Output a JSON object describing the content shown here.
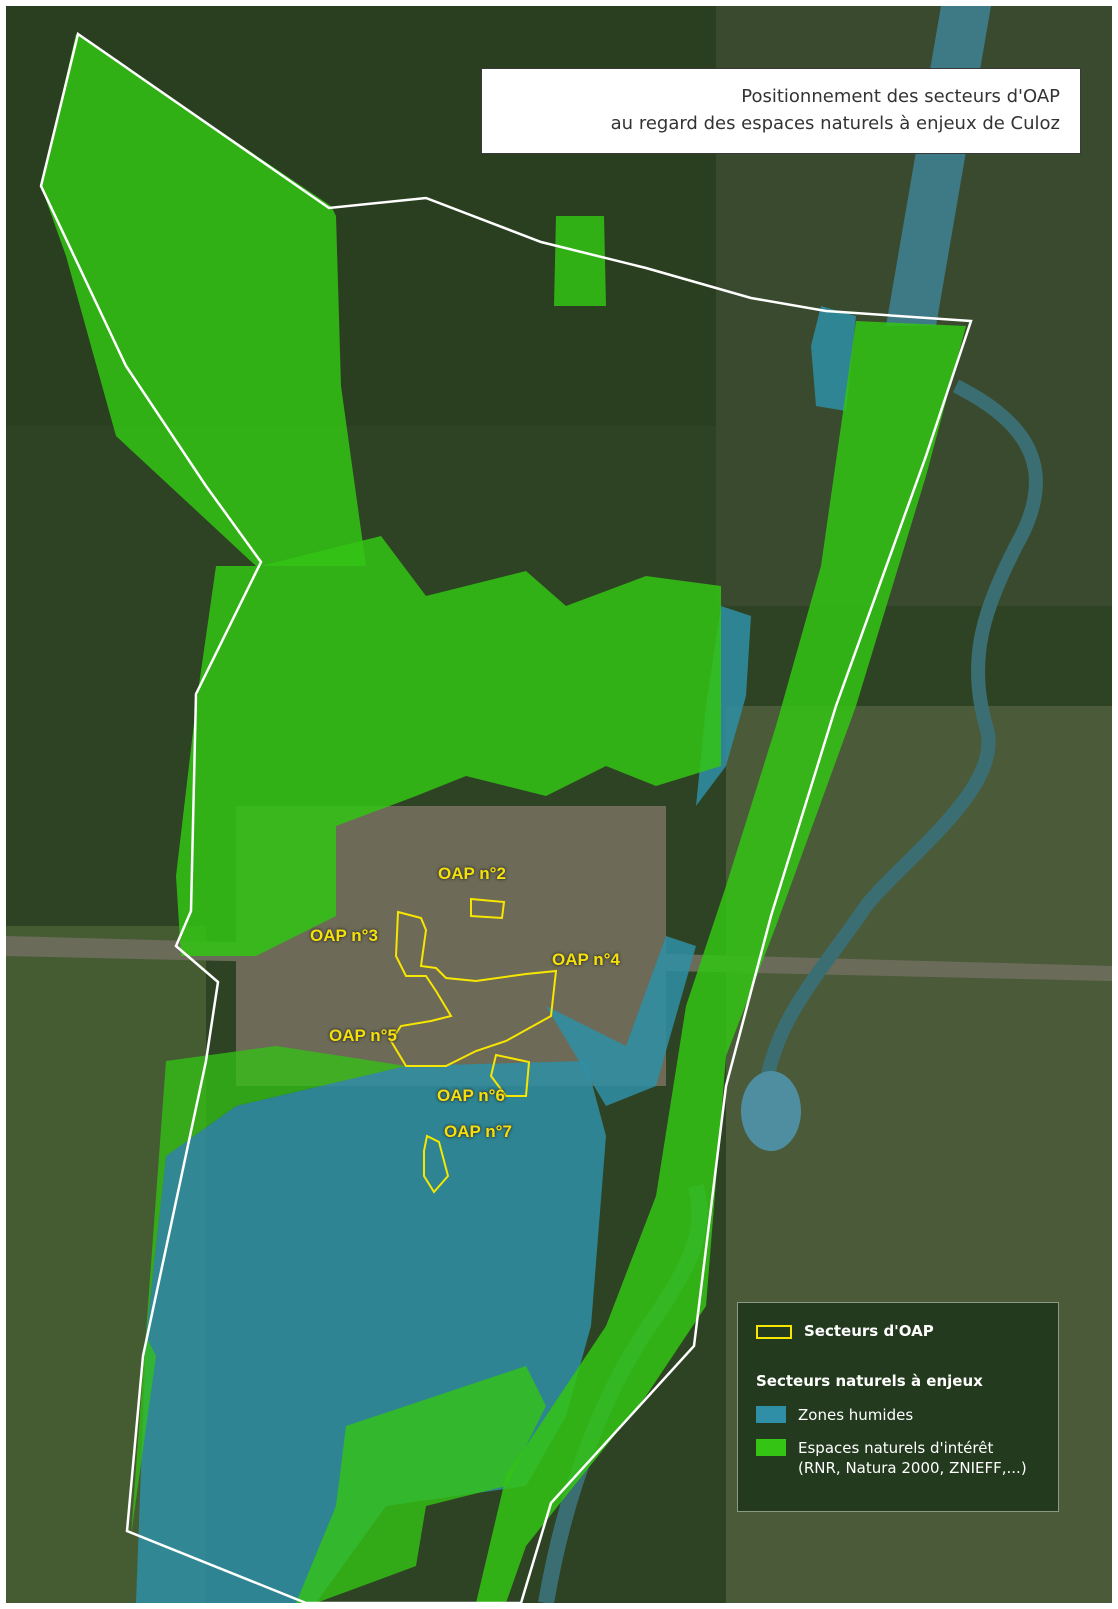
{
  "title": {
    "line1": "Positionnement des secteurs d'OAP",
    "line2": "au regard des espaces naturels à enjeux de Culoz"
  },
  "legend": {
    "oap_label": "Secteurs d'OAP",
    "section_title": "Secteurs naturels à enjeux",
    "wetlands_label": "Zones humides",
    "natural_label_line1": "Espaces naturels d'intérêt",
    "natural_label_line2": "(RNR, Natura 2000, ZNIEFF,...)"
  },
  "oap_labels": [
    "OAP n°2",
    "OAP n°3",
    "OAP n°4",
    "OAP n°5",
    "OAP n°6",
    "OAP n°7"
  ],
  "colors": {
    "oap_outline": "#f7e600",
    "wetlands": "#2e8fa6",
    "natural_areas": "#33c414",
    "commune_boundary": "#ffffff",
    "legend_bg": "#233a1f"
  }
}
